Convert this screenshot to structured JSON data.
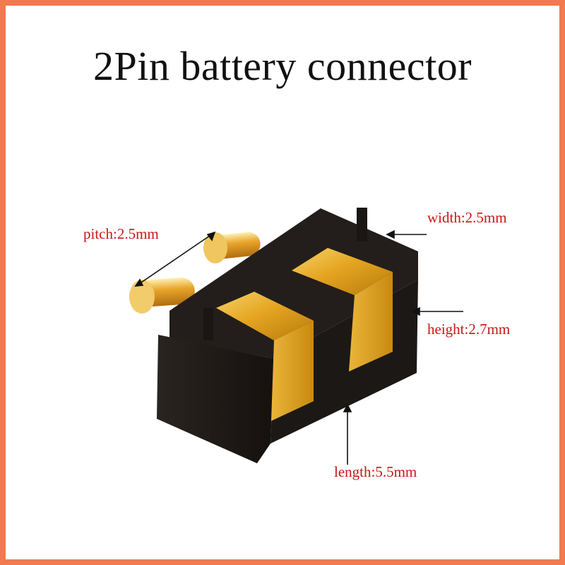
{
  "title": "2Pin battery connector",
  "dimensions": {
    "pitch": "pitch:2.5mm",
    "width": "width:2.5mm",
    "height": "height:2.7mm",
    "length": "length:5.5mm"
  },
  "colors": {
    "border": "#f27a4e",
    "label_text": "#c81616",
    "body": "#1f1a17",
    "gold": "#e0a41c"
  }
}
